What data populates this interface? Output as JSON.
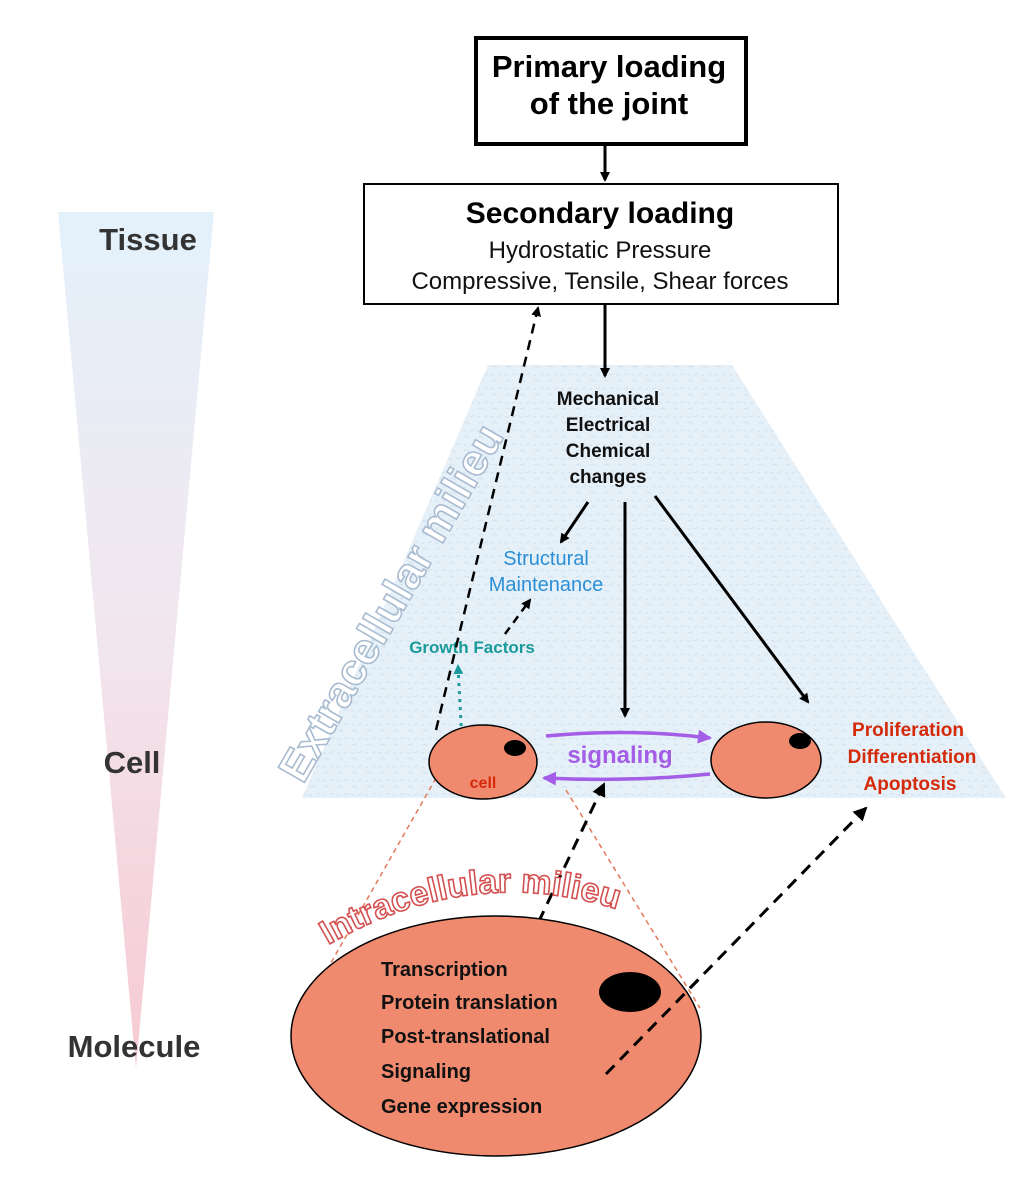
{
  "scale": {
    "tissue": "Tissue",
    "cell": "Cell",
    "molecule": "Molecule"
  },
  "primary_box": {
    "line1": "Primary loading",
    "line2": "of the joint"
  },
  "secondary_box": {
    "title": "Secondary loading",
    "line1": "Hydrostatic Pressure",
    "line2": "Compressive, Tensile, Shear forces"
  },
  "extracellular": {
    "label": "Extracellular milieu",
    "changes": [
      "Mechanical",
      "Electrical",
      "Chemical",
      "changes"
    ],
    "structural": [
      "Structural",
      "Maintenance"
    ],
    "growth_factors": "Growth Factors",
    "cell_label": "cell",
    "signaling": "signaling",
    "outcomes": [
      "Proliferation",
      "Differentiation",
      "Apoptosis"
    ]
  },
  "intracellular": {
    "label": "Intracellular milieu",
    "processes": [
      "Transcription",
      "Protein translation",
      "Post-translational",
      "Signaling",
      "Gene expression"
    ]
  },
  "colors": {
    "cell_fill": "#f08a6e",
    "structural_text": "#2b8fd6",
    "growth_text": "#1a9a9a",
    "signaling_purple": "#a35de6",
    "outcome_red": "#d42a0a",
    "intracellular_label": "#d45050"
  }
}
